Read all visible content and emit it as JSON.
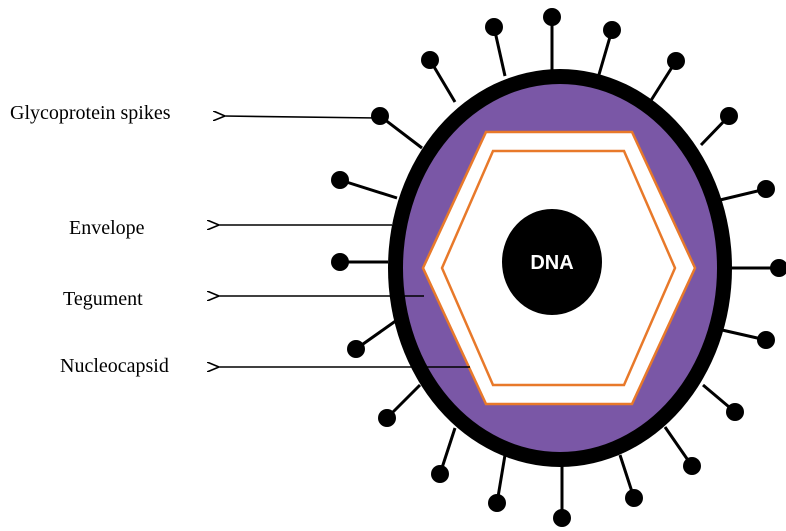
{
  "diagram": {
    "labels": {
      "glycoprotein_spikes": "Glycoprotein spikes",
      "envelope": "Envelope",
      "tegument": "Tegument",
      "nucleocapsid": "Nucleocapsid"
    },
    "core_label": "DNA"
  },
  "colors": {
    "envelope": "#000000",
    "tegument": "#7a57a6",
    "capsid_border": "#e8792a",
    "capsid_fill": "#ffffff",
    "core": "#000000",
    "spike": "#000000",
    "arrow": "#000000"
  }
}
